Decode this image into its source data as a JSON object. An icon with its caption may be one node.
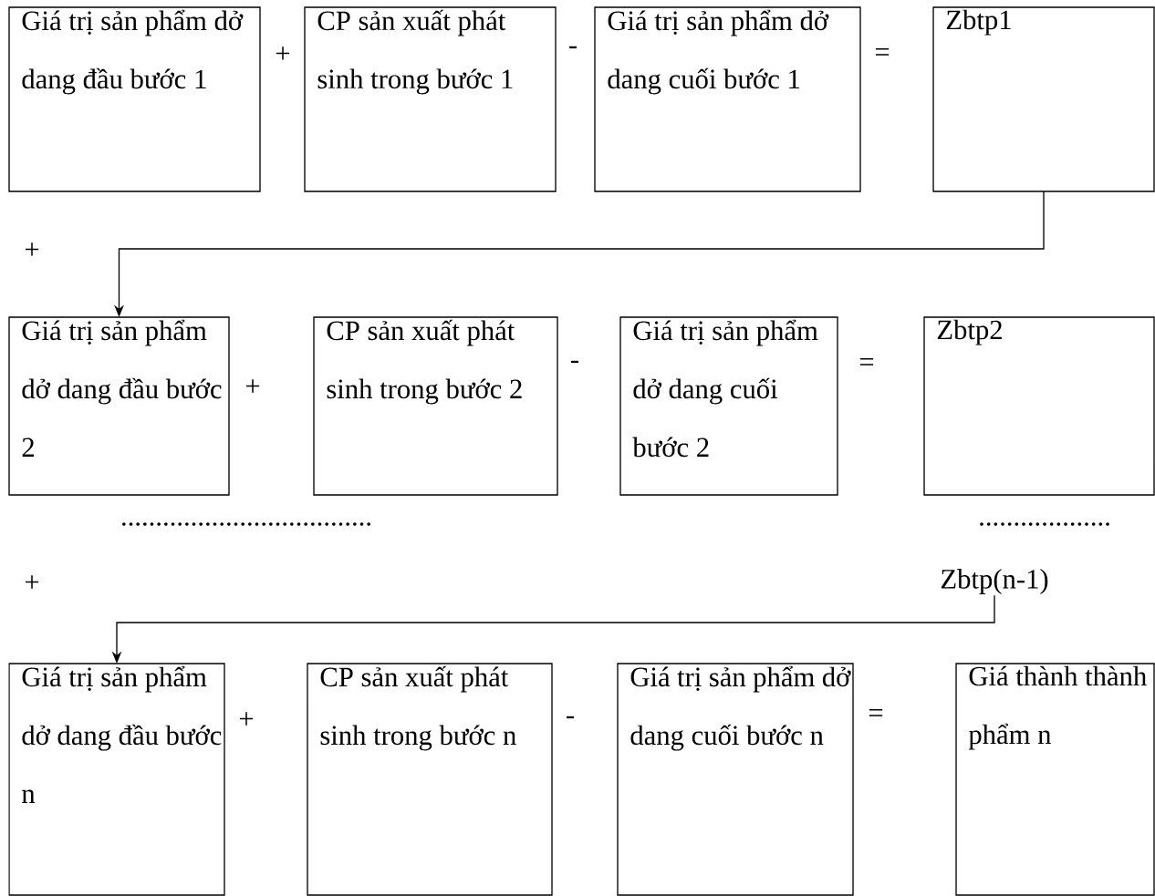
{
  "diagram": {
    "nodes": [
      {
        "text": [
          "Giá trị sản phẩm dở dang đầu bước 1"
        ]
      },
      {
        "text": [
          "CP sản xuất phát sinh trong bước 1"
        ]
      },
      {
        "text": [
          "Giá trị sản phẩm dở dang cuối bước 1"
        ]
      },
      {
        "text": [
          "Zbtp1"
        ]
      },
      {
        "text": [
          "Giá trị sản phẩm dở dang đầu bước 2"
        ]
      },
      {
        "text": [
          "CP sản xuất phát sinh trong bước 2"
        ]
      },
      {
        "text": [
          "Giá trị sản phẩm dở dang cuối bước 2"
        ]
      },
      {
        "text": [
          "Zbtp2"
        ]
      },
      {
        "text": [
          "Zbtp(n-1)"
        ]
      },
      {
        "text": [
          "Giá trị sản phẩm dở dang đầu bước n"
        ]
      },
      {
        "text": [
          "CP sản xuất phát sinh trong bước n"
        ]
      },
      {
        "text": [
          "Giá trị sản phẩm dở dang cuối bước n"
        ]
      },
      {
        "text": [
          "Giá thành thành phẩm n"
        ]
      }
    ],
    "edges": [
      {
        "from": 3,
        "to": 4,
        "arrow": "to"
      },
      {
        "from": 8,
        "to": 9,
        "arrow": "to"
      }
    ],
    "labels": [
      "+",
      "-",
      "=",
      "+",
      "+",
      "-",
      "=",
      "....................................",
      "...................",
      "+",
      "+",
      "-",
      "="
    ]
  }
}
